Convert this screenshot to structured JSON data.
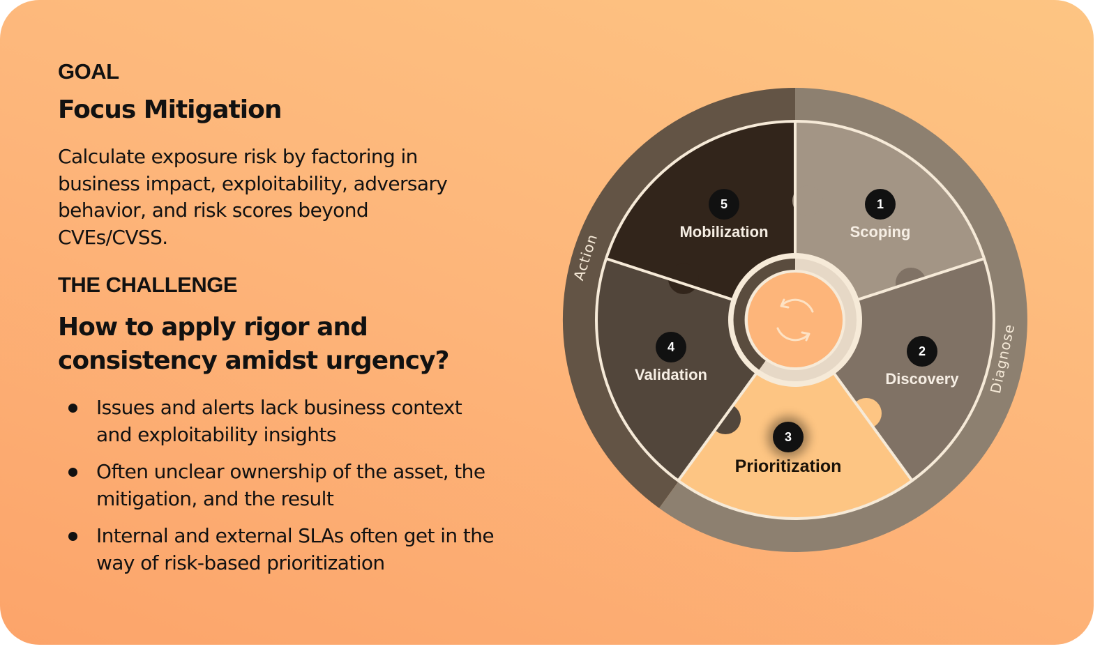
{
  "goal": {
    "heading": "GOAL",
    "title": "Focus Mitigation",
    "description": "Calculate exposure risk by factoring in business impact, exploitability, adversary behavior, and risk scores beyond CVEs/CVSS."
  },
  "challenge": {
    "heading": "THE CHALLENGE",
    "question": "How to apply rigor and consistency amidst urgency?",
    "bullets": [
      "Issues and alerts lack business context and exploitability insights",
      "Often unclear ownership of the asset, the mitigation, and the result",
      "Internal and external SLAs often get in the way of risk-based prioritization"
    ]
  },
  "wheel": {
    "outer_labels": {
      "action": "Action",
      "diagnose": "Diagnose"
    },
    "stages": [
      {
        "number": "1",
        "label": "Scoping",
        "color": "#a39585"
      },
      {
        "number": "2",
        "label": "Discovery",
        "color": "#807265"
      },
      {
        "number": "3",
        "label": "Prioritization",
        "color": "#fdc583"
      },
      {
        "number": "4",
        "label": "Validation",
        "color": "#52463b"
      },
      {
        "number": "5",
        "label": "Mobilization",
        "color": "#32251b"
      }
    ],
    "center_icon": "refresh-cycle-icon",
    "colors": {
      "ring_action": "#635445",
      "ring_diagnose": "#8d8070",
      "divider": "#f6ead8",
      "badge": "#111111",
      "active_label": "#1a1208",
      "inactive_label": "#f6eee4"
    }
  }
}
